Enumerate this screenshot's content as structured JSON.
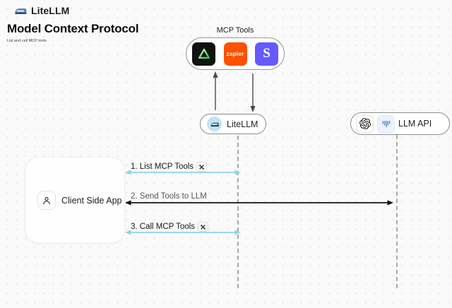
{
  "header": {
    "brand": "LiteLLM",
    "title": "Model Context Protocol",
    "subtitle": "List and call MCP tools"
  },
  "mcp_tools": {
    "label": "MCP Tools",
    "icons": [
      {
        "name": "green-triangle-tool-icon",
        "bg": "#0f1210"
      },
      {
        "name": "zapier-icon",
        "label": "zapier",
        "bg": "#ff4f00"
      },
      {
        "name": "stripe-icon",
        "label": "S",
        "bg": "#635bff"
      }
    ]
  },
  "nodes": {
    "litellm": {
      "label": "LiteLLM"
    },
    "llm_api": {
      "label": "LLM API",
      "icons": [
        "openai-icon",
        "blue-provider-icon"
      ]
    },
    "client": {
      "label": "Client Side App"
    }
  },
  "flows": [
    {
      "label": "1. List MCP Tools",
      "arrow_color": "#8fd2f0",
      "has_tools_icon": true
    },
    {
      "label": "2. Send Tools to LLM",
      "arrow_color": "#141414",
      "has_tools_icon": false
    },
    {
      "label": "3. Call MCP Tools",
      "arrow_color": "#8fd2f0",
      "has_tools_icon": true
    }
  ],
  "colors": {
    "background": "#fafafa",
    "dot_grid": "#e4e4e4",
    "accent_blue_arrow": "#8fd2f0",
    "black_arrow": "#141414",
    "zapier_orange": "#ff4f00",
    "stripe_purple": "#635bff",
    "pill_border": "#9a9a9a",
    "dashed_line": "#a9a9a9"
  }
}
